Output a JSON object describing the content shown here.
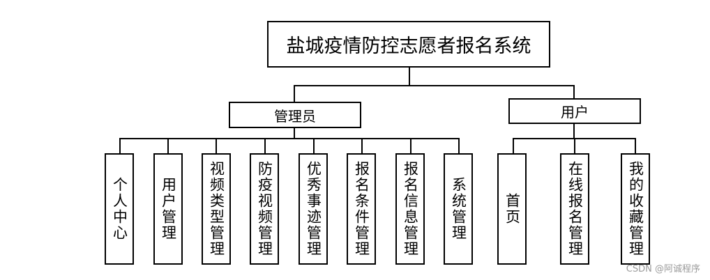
{
  "title": "盐城疫情防控志愿者报名系统",
  "roles": [
    {
      "label": "管理员",
      "modules": [
        "个人中心",
        "用户管理",
        "视频类型管理",
        "防疫视频管理",
        "优秀事迹管理",
        "报名条件管理",
        "报名信息管理",
        "系统管理"
      ]
    },
    {
      "label": "用户",
      "modules": [
        "首页",
        "在线报名管理",
        "我的收藏管理"
      ]
    }
  ],
  "watermark": "CSDN @阿诚程序"
}
